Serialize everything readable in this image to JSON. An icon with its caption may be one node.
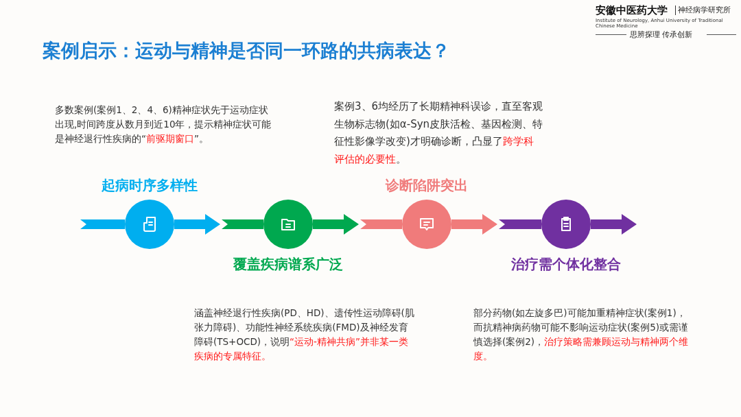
{
  "diagram": {
    "title": "案例启示：运动与精神是否同一环路的共病表达？",
    "nodes": [
      {
        "text": [
          "起病时序多样性"
        ]
      },
      {
        "text": [
          "覆盖疾病谱系广泛"
        ]
      },
      {
        "text": [
          "诊断陷阱突出"
        ]
      },
      {
        "text": [
          "治疗需个体化整合"
        ]
      }
    ],
    "edges": [
      {
        "from": null,
        "to": 0,
        "arrow": "none",
        "color": "#00aeef"
      },
      {
        "from": 0,
        "to": 1,
        "arrow": "to",
        "color": "#00aeef"
      },
      {
        "from": 1,
        "to": 2,
        "arrow": "to",
        "color": "#00a84f"
      },
      {
        "from": 2,
        "to": 3,
        "arrow": "to",
        "color": "#f07b7b"
      },
      {
        "from": 3,
        "to": null,
        "arrow": "to",
        "color": "#7030a0"
      }
    ],
    "labels": [
      "安徽中医药大学",
      "神经病学研究所",
      "Institute of Neurology, Anhui University of Traditional Chinese Medicine",
      "思辨探理 传承创新",
      "多数案例(案例1、2、4、6)精神症状先于运动症状出现,时间跨度从数月到近10年，提示精神症状可能是神经退行性疾病的“**前驱期窗口**”。",
      "案例3、6均经历了长期精神科误诊，直至客观生物标志物(如α-Syn皮肤活检、基因检测、特征性影像学改变)才明确诊断，凸显了**跨学科评估的必要性**。",
      "涵盖神经退行性疾病(PD、HD)、遗传性运动障碍(肌张力障碍)、功能性神经系统疾病(FMD)及神经发育障碍(TS+OCD)，说明**“运动-精神共病”并非某一类疾病的专属特征。**",
      "部分药物(如左旋多巴)可能加重精神症状(案例1)，而抗精神病药物可能不影响运动症状(案例5)或需谨慎选择(案例2)，**治疗策略需兼顾运动与精神两个维度。**"
    ]
  }
}
